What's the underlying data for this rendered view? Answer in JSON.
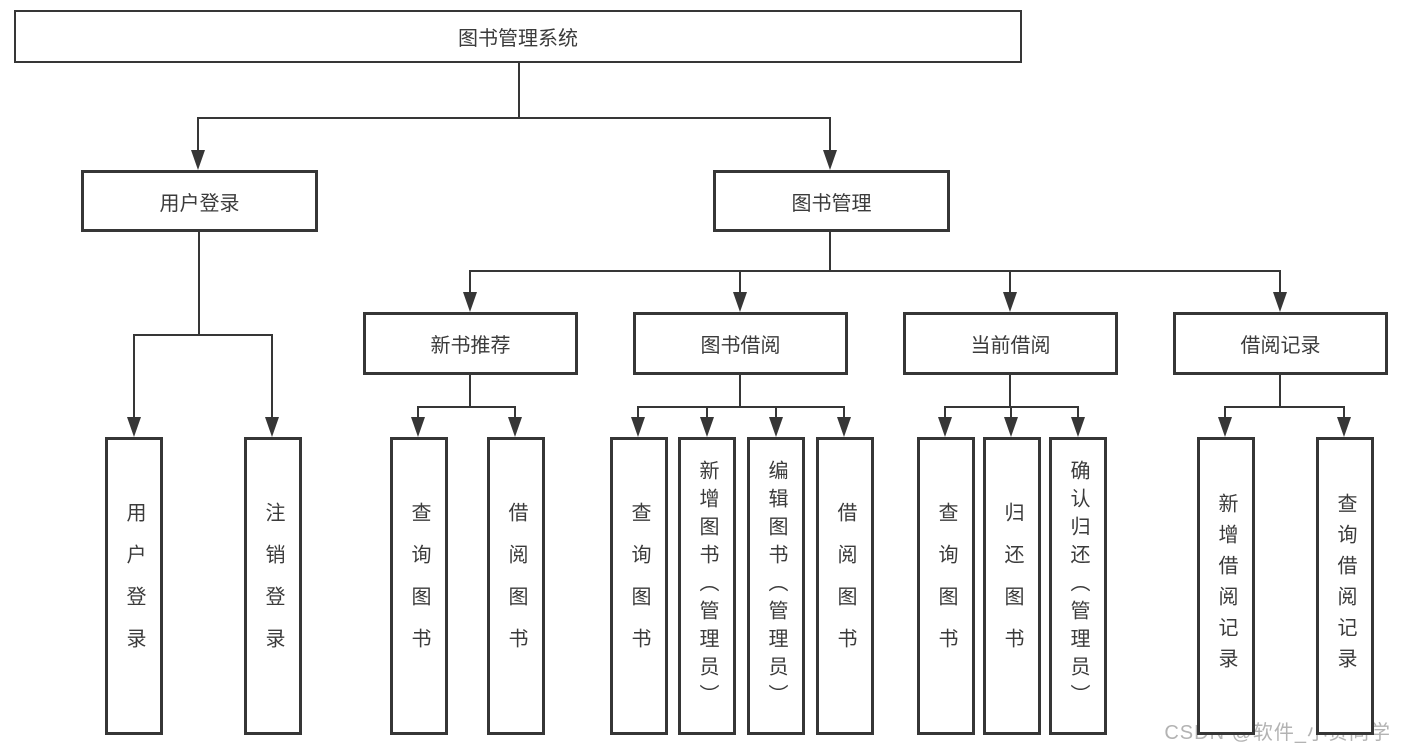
{
  "diagram": {
    "root": {
      "label": "图书管理系统"
    },
    "level2": {
      "user_login": {
        "label": "用户登录"
      },
      "book_mgmt": {
        "label": "图书管理"
      }
    },
    "level3": {
      "new_books": {
        "label": "新书推荐"
      },
      "book_borrow": {
        "label": "图书借阅"
      },
      "current_borrow": {
        "label": "当前借阅"
      },
      "borrow_records": {
        "label": "借阅记录"
      }
    },
    "leaves": {
      "login": {
        "label": "用户登录"
      },
      "logout": {
        "label": "注销登录"
      },
      "nb_query": {
        "label": "查询图书"
      },
      "nb_borrow": {
        "label": "借阅图书"
      },
      "bb_query": {
        "label": "查询图书"
      },
      "bb_add": {
        "label": "新增图书（管理员）"
      },
      "bb_edit": {
        "label": "编辑图书（管理员）"
      },
      "bb_borrow": {
        "label": "借阅图书"
      },
      "cb_query": {
        "label": "查询图书"
      },
      "cb_return": {
        "label": "归还图书"
      },
      "cb_confirm": {
        "label": "确认归还（管理员）"
      },
      "br_add": {
        "label": "新增借阅记录"
      },
      "br_query": {
        "label": "查询借阅记录"
      }
    }
  },
  "watermark": "CSDN @软件_小贺同学",
  "colors": {
    "line": "#363636",
    "text": "#3b3b3b",
    "watermark": "#b3b3b3",
    "background": "#ffffff"
  }
}
